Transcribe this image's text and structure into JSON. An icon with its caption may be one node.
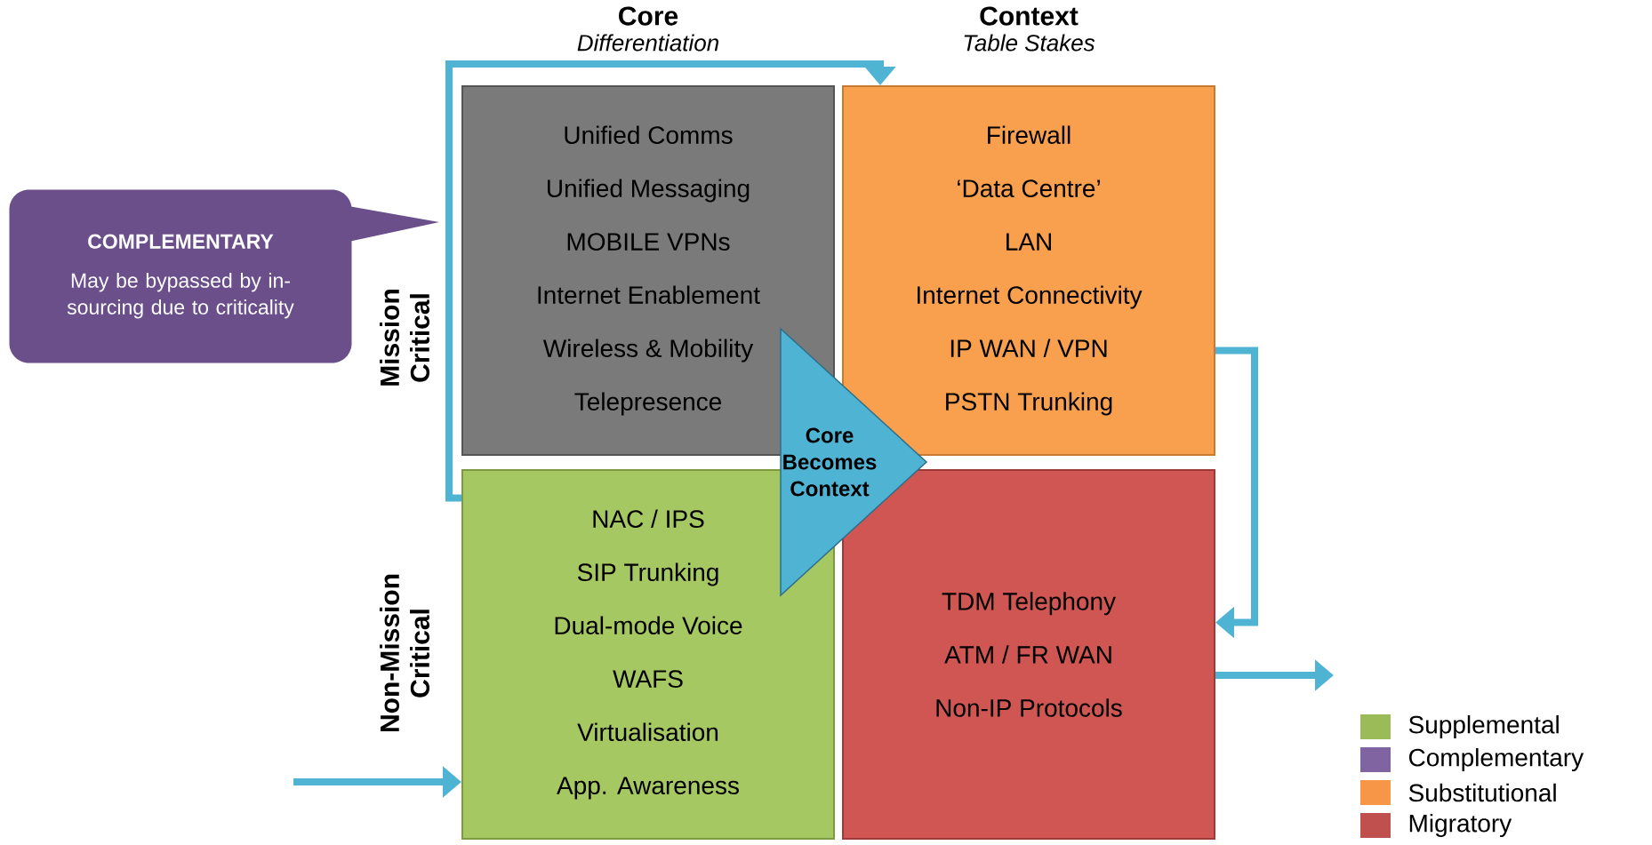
{
  "diagram": {
    "nodes": [
      {
        "text": [
          "COMPLEMENTARY",
          "May be bypassed by in-sourcing due to criticality"
        ]
      },
      {
        "text": [
          "Unified Comms",
          "Unified Messaging",
          "MOBILE VPNs",
          "Internet Enablement",
          "Wireless & Mobility",
          "Telepresence"
        ]
      },
      {
        "text": [
          "Firewall",
          "‘Data Centre’",
          "LAN",
          "Internet Connectivity",
          "IP WAN / VPN",
          "PSTN Trunking"
        ]
      },
      {
        "text": [
          "Core Becomes Context"
        ]
      },
      {
        "text": [
          "NAC / IPS",
          "SIP Trunking",
          "Dual-mode Voice",
          "WAFS",
          "Virtualisation",
          "App. Awareness"
        ]
      },
      {
        "text": [
          "TDM Telephony",
          "ATM / FR WAN",
          "Non-IP Protocols"
        ]
      }
    ],
    "edges": [
      {
        "from": null,
        "to": 4,
        "arrow": "to"
      },
      {
        "from": 4,
        "to": 2,
        "arrow": "to"
      },
      {
        "from": 2,
        "to": 5,
        "arrow": "to"
      },
      {
        "from": 5,
        "to": null,
        "arrow": "to"
      }
    ],
    "labels": [
      "Core",
      "Differentiation",
      "Context",
      "Table Stakes",
      "Mission Critical",
      "Non-Mission Critical"
    ],
    "legend": [
      {
        "text": "Supplemental",
        "color": "#9bbb59"
      },
      {
        "text": "Complementary",
        "color": "#8064a2"
      },
      {
        "text": "Substitutional",
        "color": "#f79646"
      },
      {
        "text": "Migratory",
        "color": "#c0504d"
      }
    ]
  }
}
